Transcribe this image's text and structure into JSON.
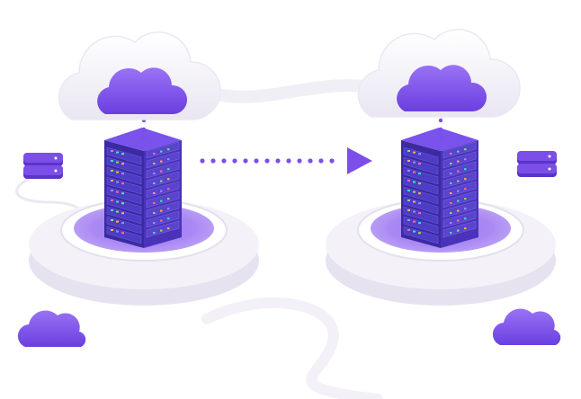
{
  "colors": {
    "background": "#ffffff",
    "accent": "#7b4fe8",
    "accent_dark": "#5a34c9",
    "server_front": "#3b2aa0",
    "server_side": "#4a33b8",
    "server_top": "#7a52ec",
    "platform": "#f4f2f8",
    "platform_shadow": "#e6e2ef",
    "cloud_white": "#f7f6fb",
    "led_colors": [
      "#ff6aa8",
      "#3de0c2",
      "#7fe36a",
      "#ffb04a",
      "#9a8cff"
    ]
  },
  "scene": {
    "servers": [
      {
        "id": "source"
      },
      {
        "id": "destination"
      }
    ],
    "transfer_direction": "left-to-right"
  }
}
